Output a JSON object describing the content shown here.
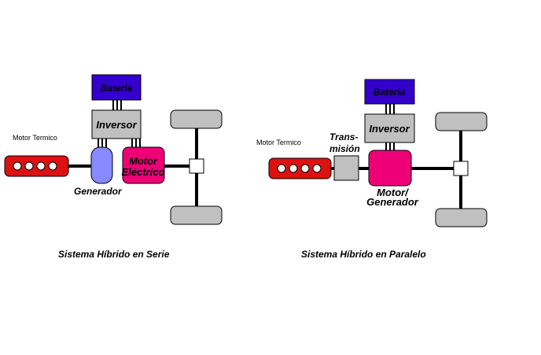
{
  "series": {
    "battery": "Bateria",
    "inverter": "Inversor",
    "engine_label": "Motor Termico",
    "generator": "Generador",
    "motor_line1": "Motor",
    "motor_line2": "Eléctrico",
    "caption": "Sistema Híbrido en Serie"
  },
  "parallel": {
    "battery": "Bateria",
    "inverter": "Inversor",
    "engine_label": "Motor Termico",
    "transmission_line1": "Trans-",
    "transmission_line2": "misión",
    "motor_line1": "Motor/",
    "motor_line2": "Generador",
    "caption": "Sistema Híbrido en Paralelo"
  },
  "colors": {
    "battery": "#3300cc",
    "inverter": "#c0c0c0",
    "wheel": "#c0c0c0",
    "engine": "#dd1111",
    "generator": "#8888ff",
    "motor": "#ee0077",
    "transmission": "#c0c0c0"
  }
}
